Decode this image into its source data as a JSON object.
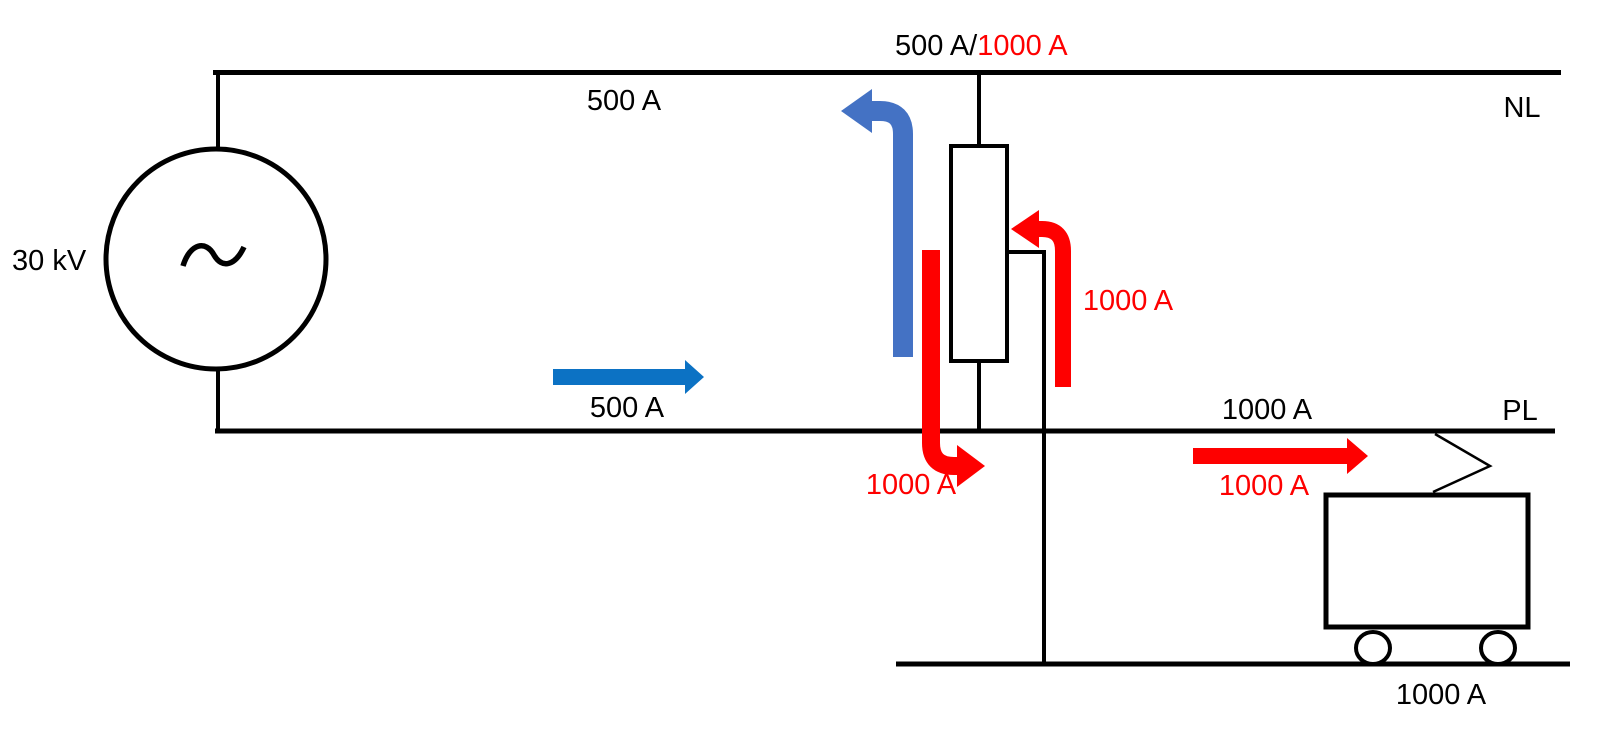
{
  "colors": {
    "black": "#000000",
    "red": "#fe0000",
    "blue_curved": "#4472c4",
    "blue_bright": "#0c72c4"
  },
  "source": {
    "voltage": "30 kV",
    "symbol": "sine-wave"
  },
  "top_line": {
    "name": "NL",
    "line_current": "500 A",
    "junction_current_blue": "500 A/",
    "junction_current_red": "1000 A"
  },
  "bottom_line": {
    "name": "PL",
    "feeder_current": "500 A",
    "line_current": "1000 A",
    "flow_current": "1000 A"
  },
  "transformer": {
    "in_current": "1000 A",
    "down_current": "1000 A"
  },
  "rail": {
    "current": "1000 A"
  }
}
